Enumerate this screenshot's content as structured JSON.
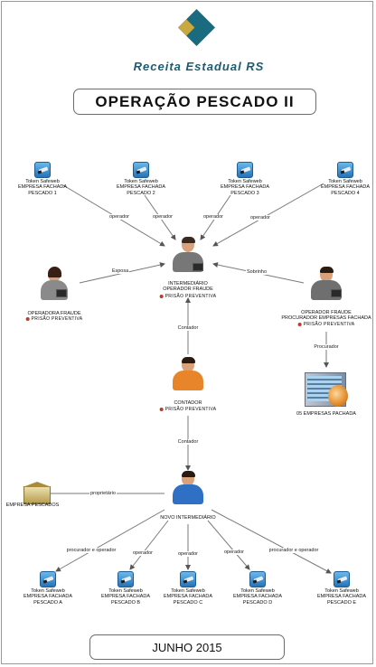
{
  "header": {
    "org_name": "Receita Estadual RS",
    "title": "OPERAÇÃO PESCADO II"
  },
  "footer": {
    "date": "JUNHO 2015"
  },
  "status": {
    "prison_label": "PRISÃO PREVENTIVA"
  },
  "tokens_top": [
    {
      "line1": "Token Safeweb",
      "line2": "EMPRESA FACHADA",
      "line3": "PESCADO 1"
    },
    {
      "line1": "Token Safeweb",
      "line2": "EMPRESA FACHADA",
      "line3": "PESCADO 2"
    },
    {
      "line1": "Token Safeweb",
      "line2": "EMPRESA FACHADA",
      "line3": "PESCADO 3"
    },
    {
      "line1": "Token Safeweb",
      "line2": "EMPRESA FACHADA",
      "line3": "PESCADO 4"
    }
  ],
  "tokens_bottom": [
    {
      "line1": "Token Safeweb",
      "line2": "EMPRESA FACHADA",
      "line3": "PESCADO A"
    },
    {
      "line1": "Token Safeweb",
      "line2": "EMPRESA FACHADA",
      "line3": "PESCADO B"
    },
    {
      "line1": "Token Safeweb",
      "line2": "EMPRESA FACHADA",
      "line3": "PESCADO C"
    },
    {
      "line1": "Token Safeweb",
      "line2": "EMPRESA FACHADA",
      "line3": "PESCADO D"
    },
    {
      "line1": "Token Safeweb",
      "line2": "EMPRESA FACHADA",
      "line3": "PESCADO E"
    }
  ],
  "nodes": {
    "intermediario": {
      "line1": "INTERMEDIÁRIO",
      "line2": "OPERADOR FRAUDE"
    },
    "operadora": {
      "line1": "OPERADORA FRAUDE"
    },
    "procurador": {
      "line1": "OPERADOR FRAUDE",
      "line2": "PROCURADOR EMPRESAS FACHADA"
    },
    "empresas": {
      "line1": "05 EMPRESAS PACHADA"
    },
    "contador": {
      "line1": "CONTADOR"
    },
    "novo": {
      "line1": "NOVO INTERMEDIÁRIO"
    },
    "empresa_pescados": {
      "line1": "EMPRESA PESCADOS"
    }
  },
  "edges": {
    "operador": "operador",
    "esposa": "Esposa",
    "sobrinho": "Sobrinho",
    "procurador": "Procurador",
    "contador": "Contador",
    "proprietario": "proprietário",
    "procurador_e_operador": "procurador e operador"
  },
  "colors": {
    "brand_teal": "#1b6b80",
    "brand_gold": "#c8a83f",
    "prison_dot": "#c0392b"
  }
}
